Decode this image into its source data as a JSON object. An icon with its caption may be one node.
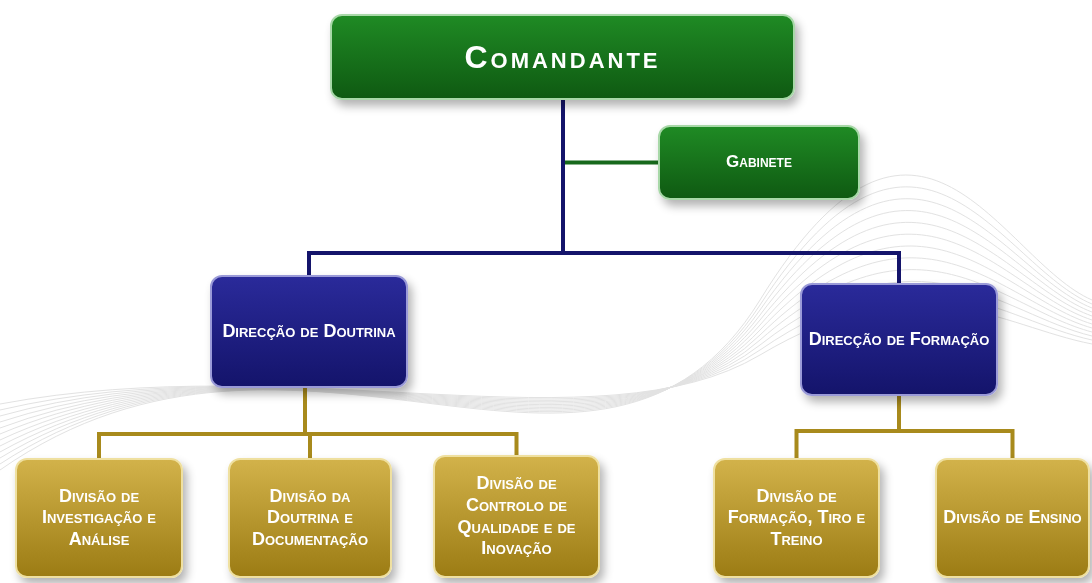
{
  "diagram": {
    "nodes": [
      {
        "text": [
          "Comandante"
        ]
      },
      {
        "text": [
          "Gabinete"
        ]
      },
      {
        "text": [
          "Direcção de Doutrina"
        ]
      },
      {
        "text": [
          "Direcção de Formação"
        ]
      },
      {
        "text": [
          "Divisão de Investigação e Análise"
        ]
      },
      {
        "text": [
          "Divisão da Doutrina e Documentação"
        ]
      },
      {
        "text": [
          "Divisão de Controlo de Qualidade e de Inovação"
        ]
      },
      {
        "text": [
          "Divisão de Formação, Tiro e Treino"
        ]
      },
      {
        "text": [
          "Divisão de Ensino"
        ]
      }
    ],
    "edges": [
      {
        "from": 0,
        "to": 1,
        "arrow": "none",
        "color": "#17691c"
      },
      {
        "from": 0,
        "to": 2,
        "arrow": "none",
        "color": "#14146b"
      },
      {
        "from": 0,
        "to": 3,
        "arrow": "none",
        "color": "#14146b"
      },
      {
        "from": 2,
        "to": 4,
        "arrow": "none"
      },
      {
        "from": 2,
        "to": 5,
        "arrow": "none"
      },
      {
        "from": 2,
        "to": 6,
        "arrow": "none"
      },
      {
        "from": 3,
        "to": 7,
        "arrow": "none"
      },
      {
        "from": 3,
        "to": 8,
        "arrow": "none"
      }
    ]
  }
}
